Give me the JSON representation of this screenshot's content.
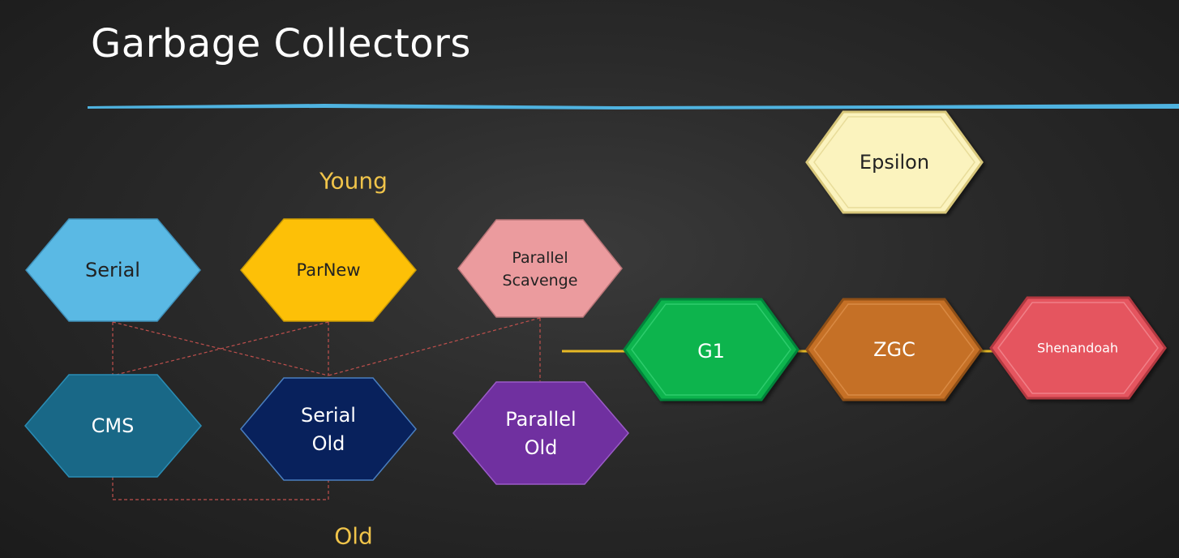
{
  "title": "Garbage Collectors",
  "groups": {
    "young": "Young",
    "old": "Old"
  },
  "collectors": {
    "serial": {
      "lines": [
        "Serial"
      ],
      "color": "#5ab9e4"
    },
    "parnew": {
      "lines": [
        "ParNew"
      ],
      "color": "#fdc007"
    },
    "parallel_scavenge": {
      "lines": [
        "Parallel",
        "Scavenge"
      ],
      "color": "#eb9b9e"
    },
    "cms": {
      "lines": [
        "CMS"
      ],
      "color": "#196887"
    },
    "serial_old": {
      "lines": [
        "Serial",
        "Old"
      ],
      "color": "#08215c"
    },
    "parallel_old": {
      "lines": [
        "Parallel",
        "Old"
      ],
      "color": "#7030a0"
    },
    "epsilon": {
      "lines": [
        "Epsilon"
      ],
      "color": "#fbf3be"
    },
    "g1": {
      "lines": [
        "G1"
      ],
      "color": "#08b44e"
    },
    "zgc": {
      "lines": [
        "ZGC"
      ],
      "color": "#c57025"
    },
    "shenandoah": {
      "lines": [
        "Shenandoah"
      ],
      "color": "#e5555e"
    }
  },
  "connections": [
    [
      "serial",
      "cms"
    ],
    [
      "serial",
      "serial_old"
    ],
    [
      "parnew",
      "cms"
    ],
    [
      "parnew",
      "serial_old"
    ],
    [
      "parallel_scavenge",
      "serial_old"
    ],
    [
      "parallel_scavenge",
      "parallel_old"
    ],
    [
      "cms",
      "serial_old"
    ]
  ],
  "colors": {
    "accent_line": "#4fb3e0",
    "connector": "#e6b825",
    "dashed": "#c0504d"
  }
}
